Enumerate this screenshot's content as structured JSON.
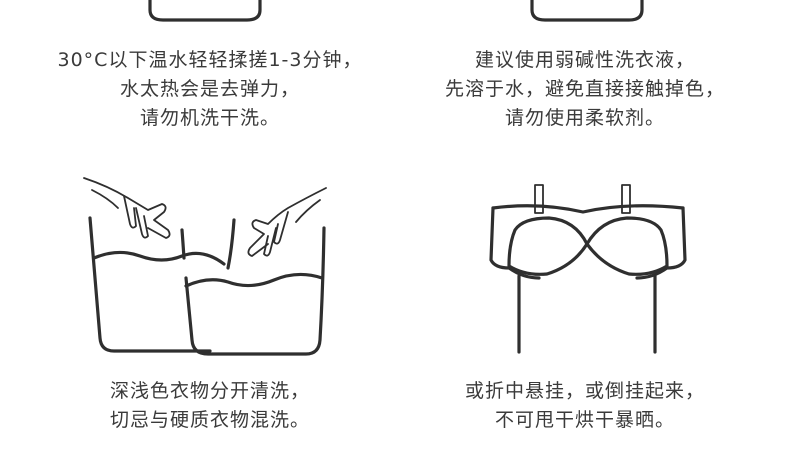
{
  "panels": [
    {
      "id": "soak",
      "lines": [
        "30°C以下温水轻轻揉搓1-3分钟，",
        "水太热会是去弹力，",
        "请勿机洗干洗。"
      ],
      "icon": "basin-icon"
    },
    {
      "id": "detergent",
      "lines": [
        "建议使用弱碱性洗衣液，",
        "先溶于水，避免直接接触掉色，",
        "请勿使用柔软剂。"
      ],
      "icon": "basin-icon"
    },
    {
      "id": "separate",
      "lines": [
        "深浅色衣物分开清洗，",
        "切忌与硬质衣物混洗。"
      ],
      "icon": "two-basins-hands-icon"
    },
    {
      "id": "hang",
      "lines": [
        "或折中悬挂，或倒挂起来，",
        "不可甩干烘干暴晒。"
      ],
      "icon": "hanging-bra-icon"
    }
  ]
}
